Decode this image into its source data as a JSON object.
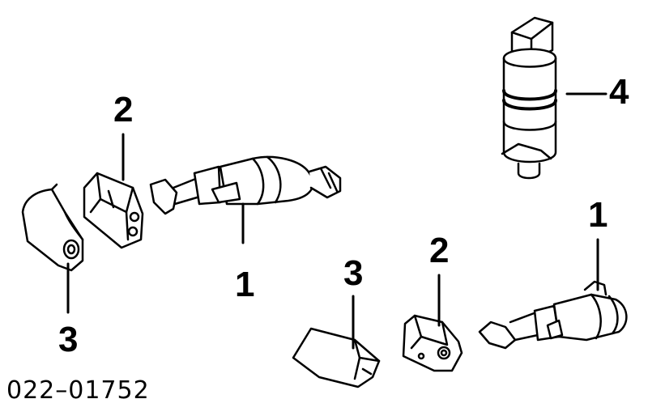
{
  "diagram": {
    "callouts": {
      "c1": "1",
      "c2": "2",
      "c3": "3",
      "c4": "4",
      "c5": "1",
      "c6": "2",
      "c7": "3"
    },
    "part_number": "022–01752",
    "colors": {
      "line": "#000000",
      "fill": "#ffffff"
    }
  }
}
